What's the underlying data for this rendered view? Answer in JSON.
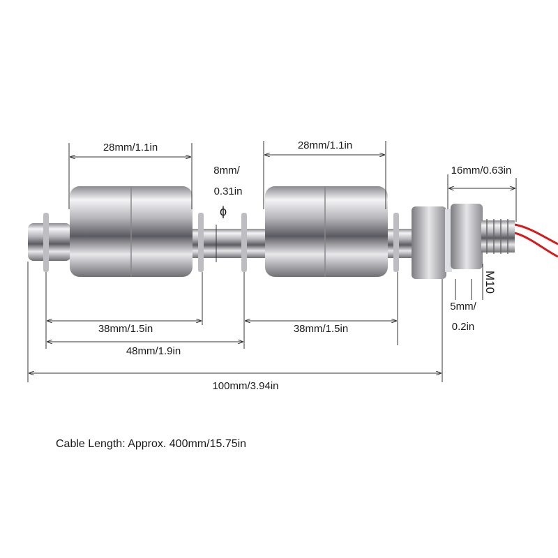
{
  "dimensions": {
    "float_left_length": "28mm/1.1in",
    "float_right_length": "28mm/1.1in",
    "shaft_diameter_line1": "8mm/",
    "shaft_diameter_line2": "0.31in",
    "diameter_symbol": "ϕ",
    "thread_length": "16mm/0.63in",
    "thread_size": "M10",
    "nut_thickness_line1": "5mm/",
    "nut_thickness_line2": "0.2in",
    "left_travel": "38mm/1.5in",
    "right_travel": "38mm/1.5in",
    "stop_spacing": "48mm/1.9in",
    "total_length": "100mm/3.94in"
  },
  "cable_note": "Cable Length: Approx. 400mm/15.75in",
  "colors": {
    "steel": "#c9c9cc",
    "wire": "#d41a1a",
    "line": "#333333"
  }
}
